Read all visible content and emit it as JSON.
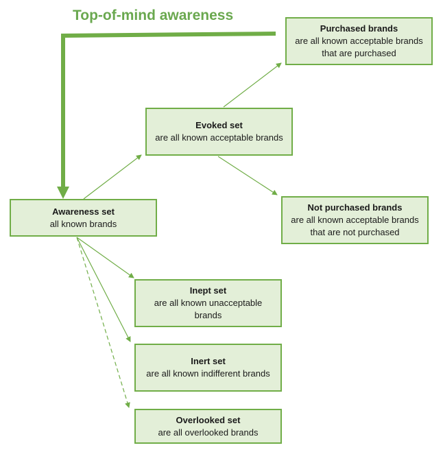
{
  "title": "Top-of-mind awareness",
  "colors": {
    "accent": "#6aa84f",
    "line": "#70ad47",
    "box_fill": "#e3efd8",
    "box_border": "#70ad47"
  },
  "boxes": {
    "purchased": {
      "title": "Purchased brands",
      "desc": "are all known acceptable brands that are purchased"
    },
    "evoked": {
      "title": "Evoked set",
      "desc": "are all known acceptable brands"
    },
    "not_purchased": {
      "title": "Not purchased brands",
      "desc": "are all known acceptable brands that are not purchased"
    },
    "awareness": {
      "title": "Awareness set",
      "desc": "all known brands"
    },
    "inept": {
      "title": "Inept set",
      "desc": "are all known unacceptable brands"
    },
    "inert": {
      "title": "Inert set",
      "desc": "are all known indifferent brands"
    },
    "overlooked": {
      "title": "Overlooked set",
      "desc": "are all overlooked brands"
    }
  }
}
